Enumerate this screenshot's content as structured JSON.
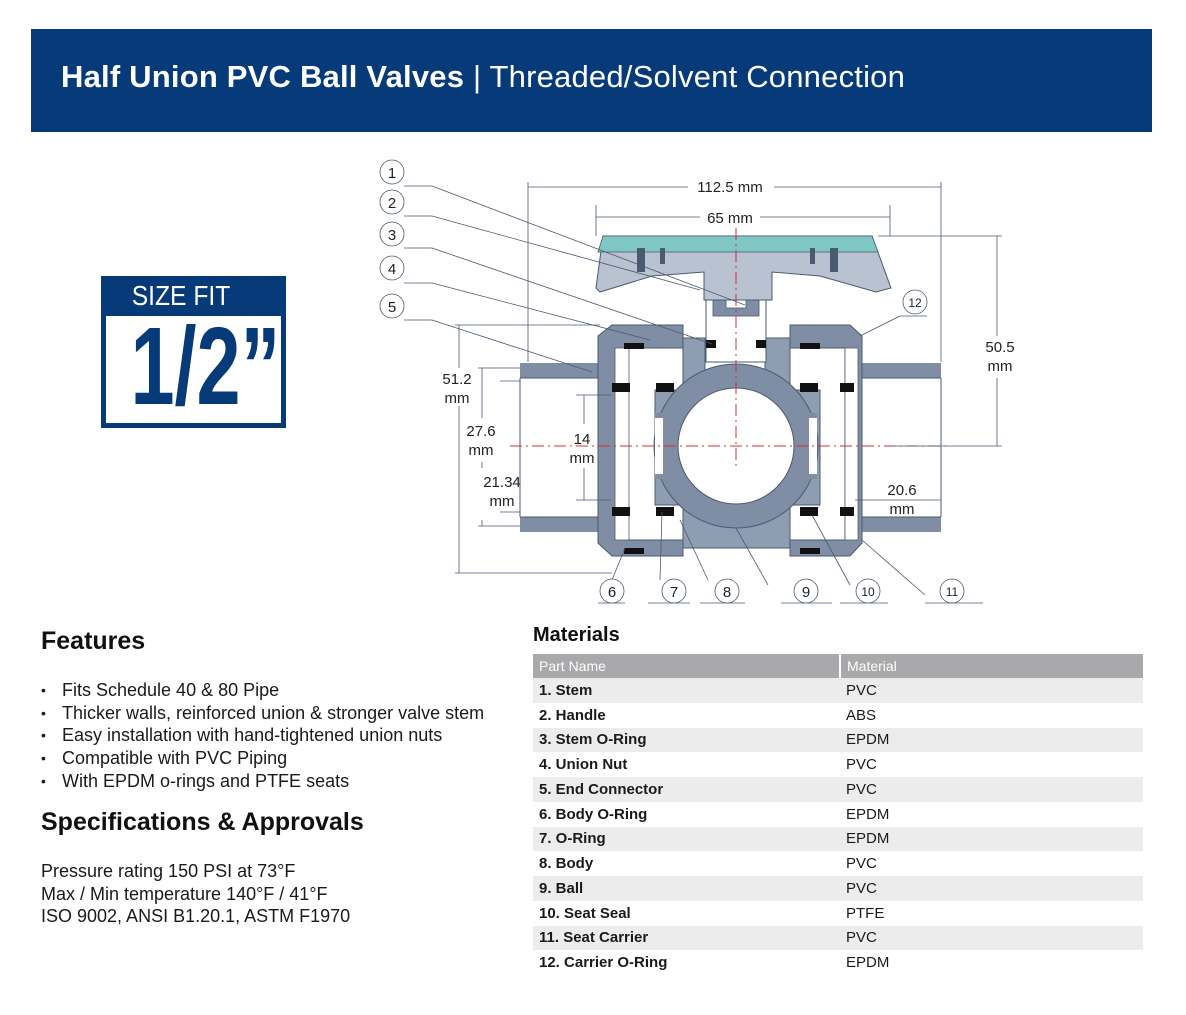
{
  "header": {
    "title_bold": "Half Union PVC Ball Valves",
    "title_rest": " | Threaded/Solvent Connection"
  },
  "size_badge": {
    "label": "SIZE FIT",
    "value": "1/2”"
  },
  "diagram": {
    "part_numbers": [
      "1",
      "2",
      "3",
      "4",
      "5",
      "6",
      "7",
      "8",
      "9",
      "10",
      "11",
      "12"
    ],
    "dimensions": {
      "overall_length": "112.5 mm",
      "handle_width": "65 mm",
      "height_value": "50.5",
      "height_unit": "mm",
      "outer_value": "51.2",
      "outer_unit": "mm",
      "inner_value": "27.6",
      "inner_unit": "mm",
      "bore_value": "14",
      "bore_unit": "mm",
      "pipe_value": "21.34",
      "pipe_unit": "mm",
      "socket_value": "20.6",
      "socket_unit": "mm"
    },
    "colors": {
      "body": "#7f8ea5",
      "handle_top": "#7fc7c5",
      "seal": "#111111",
      "line": "#4a5a70",
      "centerline": "#d03030"
    }
  },
  "features": {
    "title": "Features",
    "items": [
      "Fits Schedule 40 & 80 Pipe",
      "Thicker walls, reinforced union & stronger valve stem",
      "Easy installation with hand-tightened union nuts",
      "Compatible with PVC Piping",
      "With EPDM o-rings and PTFE seats"
    ]
  },
  "specs": {
    "title": "Specifications & Approvals",
    "lines": [
      "Pressure rating 150 PSI at 73°F",
      "Max / Min temperature 140°F / 41°F",
      "ISO 9002, ANSI B1.20.1, ASTM F1970"
    ]
  },
  "materials": {
    "title": "Materials",
    "headers": [
      "Part Name",
      "Material"
    ],
    "rows": [
      {
        "part": "1. Stem",
        "material": "PVC"
      },
      {
        "part": "2. Handle",
        "material": "ABS"
      },
      {
        "part": "3. Stem O-Ring",
        "material": "EPDM"
      },
      {
        "part": "4. Union Nut",
        "material": "PVC"
      },
      {
        "part": "5. End Connector",
        "material": "PVC"
      },
      {
        "part": "6. Body O-Ring",
        "material": "EPDM"
      },
      {
        "part": "7. O-Ring",
        "material": "EPDM"
      },
      {
        "part": "8. Body",
        "material": "PVC"
      },
      {
        "part": "9. Ball",
        "material": "PVC"
      },
      {
        "part": "10. Seat Seal",
        "material": "PTFE"
      },
      {
        "part": "11. Seat Carrier",
        "material": "PVC"
      },
      {
        "part": "12. Carrier O-Ring",
        "material": "EPDM"
      }
    ]
  }
}
